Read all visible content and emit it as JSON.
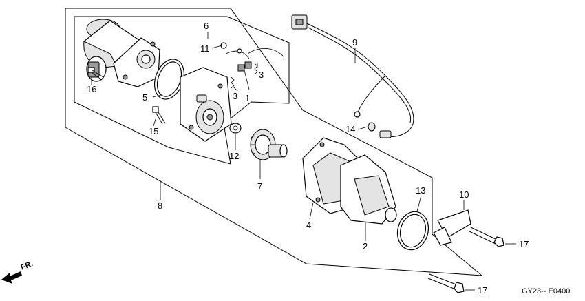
{
  "diagram": {
    "callouts": [
      {
        "id": "c1",
        "text": "1"
      },
      {
        "id": "c2",
        "text": "2"
      },
      {
        "id": "c3a",
        "text": "3"
      },
      {
        "id": "c3b",
        "text": "3"
      },
      {
        "id": "c4",
        "text": "4"
      },
      {
        "id": "c5",
        "text": "5"
      },
      {
        "id": "c6",
        "text": "6"
      },
      {
        "id": "c7",
        "text": "7"
      },
      {
        "id": "c8",
        "text": "8"
      },
      {
        "id": "c9",
        "text": "9"
      },
      {
        "id": "c10",
        "text": "10"
      },
      {
        "id": "c11",
        "text": "11"
      },
      {
        "id": "c12",
        "text": "12"
      },
      {
        "id": "c13",
        "text": "13"
      },
      {
        "id": "c14",
        "text": "14"
      },
      {
        "id": "c15",
        "text": "15"
      },
      {
        "id": "c16",
        "text": "16"
      },
      {
        "id": "c17a",
        "text": "17"
      },
      {
        "id": "c17b",
        "text": "17"
      }
    ],
    "direction_label": "FR.",
    "drawing_code": "GY23-- E0400"
  }
}
